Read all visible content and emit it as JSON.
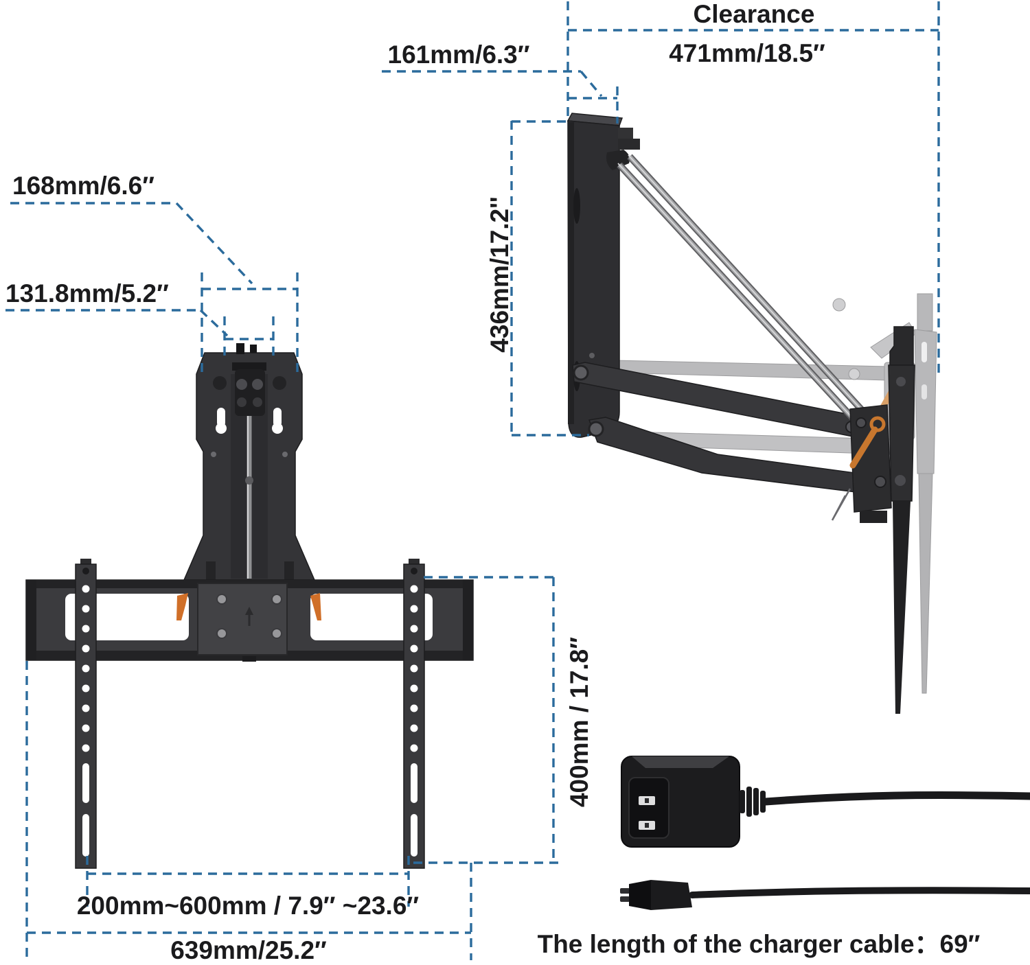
{
  "diagram_type": "product-dimension-diagram",
  "product": "motorized drop-down / mantel TV wall mount",
  "colors": {
    "background": "#ffffff",
    "dimension_blue": "#2b6b9c",
    "text_black": "#1b1b1d",
    "metal_dark": "#38383b",
    "metal_darker": "#242426",
    "metal_plate": "#424245",
    "ghost_gray": "#bababc",
    "accent_orange": "#cd742a",
    "rod_silver": "#a6a7a9"
  },
  "front_view": {
    "name": "front view of bracket with wall plate",
    "dimensions": {
      "top_width": "168mm/6.6″",
      "hole_spacing": "131.8mm/5.2″",
      "vesa_width_range": "200mm~600mm / 7.9″ ~23.6″",
      "overall_width": "639mm/25.2″",
      "vesa_height": "400mm / 17.8″"
    }
  },
  "side_view": {
    "name": "side view of mount, lowered position with ghost raised position",
    "dimensions": {
      "clearance_label": "Clearance",
      "clearance_value": "471mm/18.5″",
      "folded_depth": "161mm/6.3″",
      "wall_plate_height": "436mm/17.2''"
    }
  },
  "charger": {
    "caption": "The length of the charger cable：69″"
  }
}
